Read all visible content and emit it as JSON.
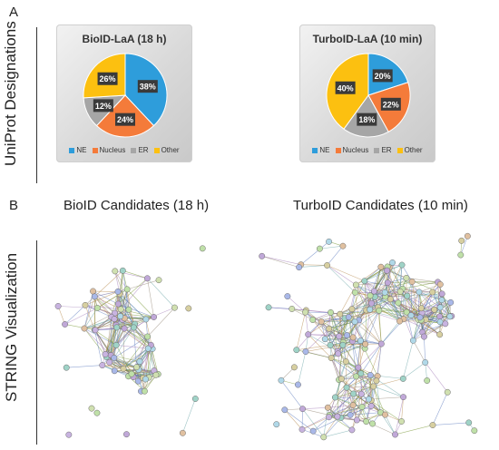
{
  "panel_a_label": "A",
  "panel_b_label": "B",
  "panel_a_side_label": "UniProt Designations",
  "panel_b_side_label": "STRING Visualization",
  "colors": {
    "NE": "#2e9ddb",
    "Nucleus": "#f47b3a",
    "ER": "#a6a6a6",
    "Other": "#fcc010"
  },
  "chart_data": [
    {
      "type": "pie",
      "title": "BioID-LaA (18 h)",
      "categories": [
        "NE",
        "Nucleus",
        "ER",
        "Other"
      ],
      "values": [
        38,
        24,
        12,
        26
      ],
      "labels": [
        "38%",
        "24%",
        "12%",
        "26%"
      ],
      "legend": "bottom"
    },
    {
      "type": "pie",
      "title": "TurboID-LaA (10 min)",
      "categories": [
        "NE",
        "Nucleus",
        "ER",
        "Other"
      ],
      "values": [
        20,
        22,
        18,
        40
      ],
      "labels": [
        "20%",
        "22%",
        "18%",
        "40%"
      ],
      "legend": "bottom"
    }
  ],
  "networks": [
    {
      "title": "BioID Candidates (18 h)"
    },
    {
      "title": "TurboID Candidates (10 min)"
    }
  ]
}
